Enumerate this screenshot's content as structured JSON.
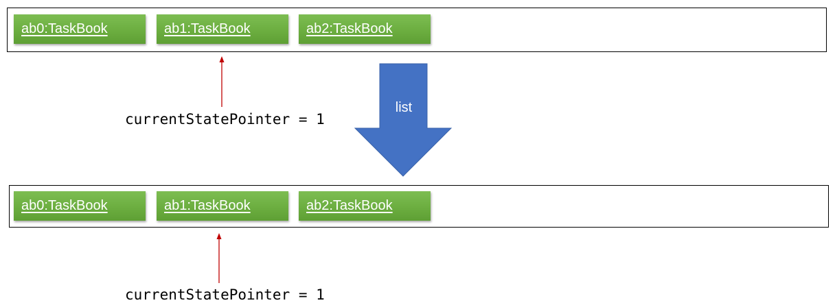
{
  "top_state": {
    "boxes": [
      {
        "label": "ab0:TaskBook"
      },
      {
        "label": "ab1:TaskBook"
      },
      {
        "label": "ab2:TaskBook"
      }
    ],
    "pointer_label": "currentStatePointer = 1"
  },
  "transition": {
    "command": "list",
    "arrow_color": "#4472c4"
  },
  "bottom_state": {
    "boxes": [
      {
        "label": "ab0:TaskBook"
      },
      {
        "label": "ab1:TaskBook"
      },
      {
        "label": "ab2:TaskBook"
      }
    ],
    "pointer_label": "currentStatePointer = 1"
  },
  "colors": {
    "state_box": "#70ad47",
    "pointer_arrow": "#c00000"
  }
}
